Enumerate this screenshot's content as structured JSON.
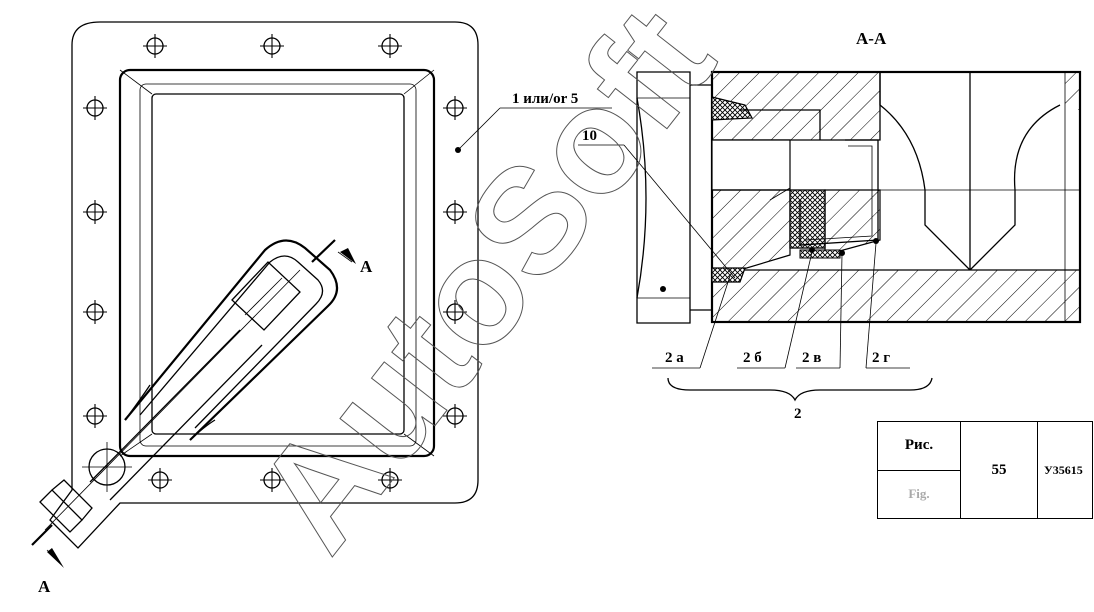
{
  "labels": {
    "section_title": "A-A",
    "part_1_or_5": "1 или/or 5",
    "part_10": "10",
    "cut_a_upper": "A",
    "cut_a_lower": "A",
    "part_2a": "2 а",
    "part_2b": "2 б",
    "part_2v": "2 в",
    "part_2g": "2 г",
    "part_2": "2"
  },
  "watermark": "AutoSoft",
  "title_block": {
    "fig_rus": "Рис.",
    "fig_eng": "Fig.",
    "fig_number": "55",
    "code": "У35615"
  }
}
